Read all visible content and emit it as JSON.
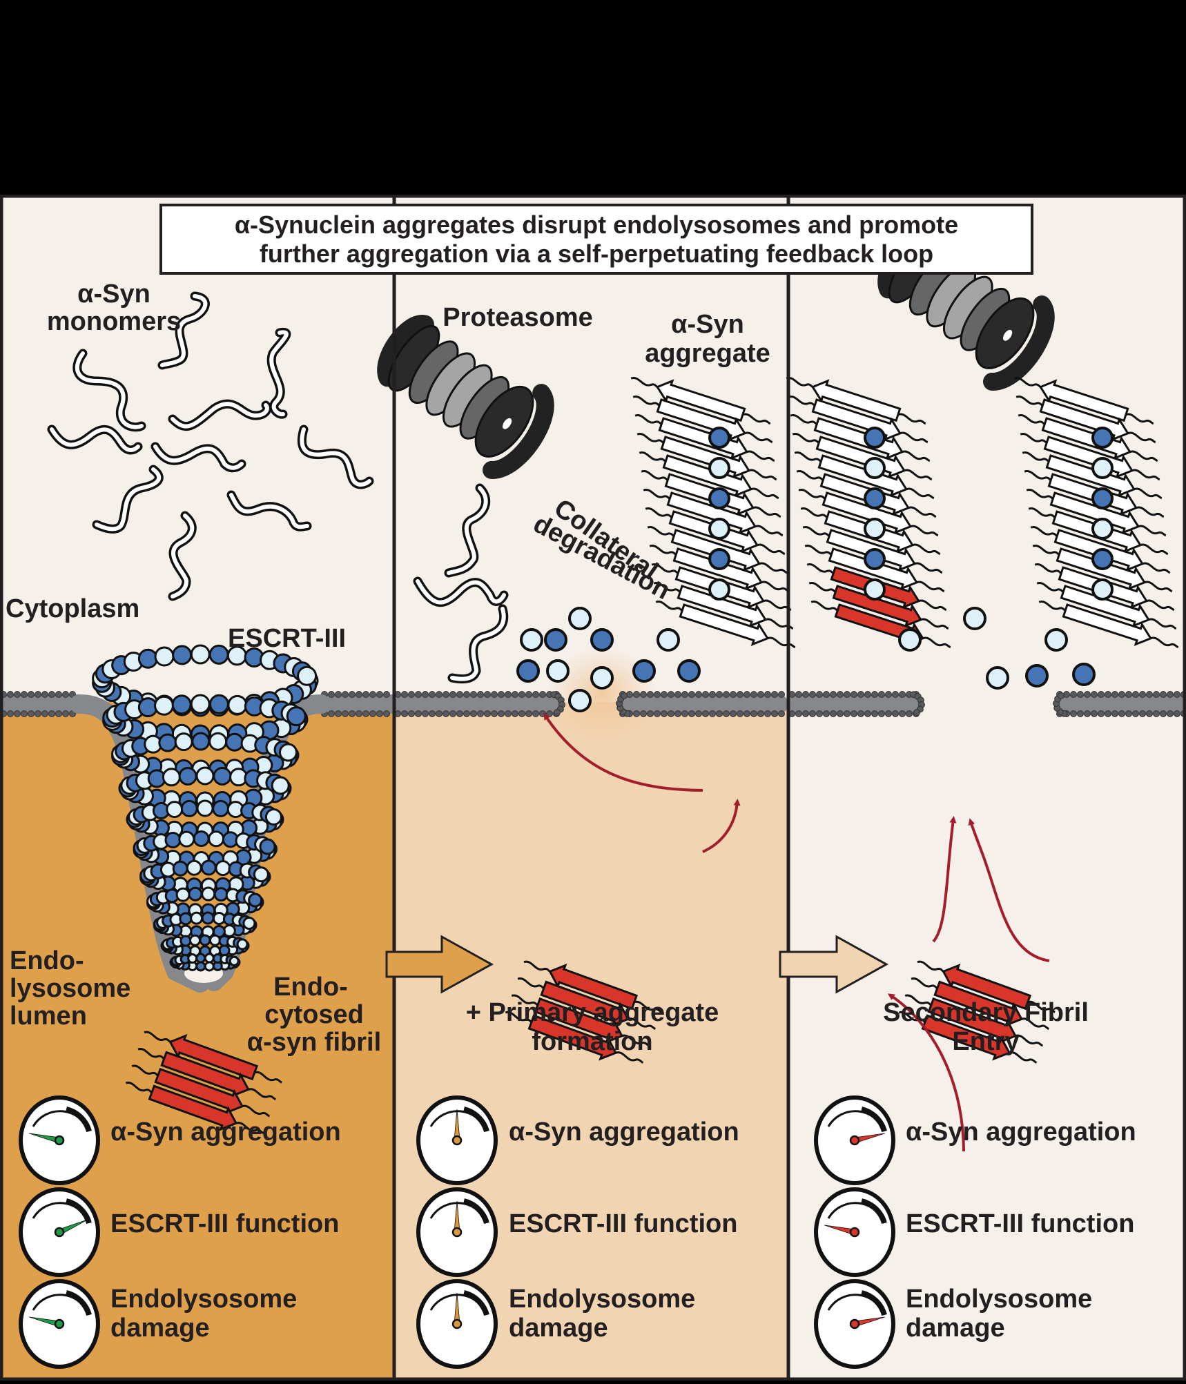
{
  "figure": {
    "title_line1": "α-Synuclein aggregates disrupt endolysosomes and promote",
    "title_line2": "further aggregation via a self-perpetuating feedback loop"
  },
  "colors": {
    "top_band": "#000000",
    "frame_border": "#231f20",
    "cytoplasm": "#f6f0eb",
    "lumen_panel1": "#dfa04b",
    "lumen_panel2": "#f1d4b1",
    "lumen_panel3": "#f6f0eb",
    "membrane": "#87888b",
    "membrane_bead": "#58595b",
    "bead_dark": "#4575b4",
    "bead_light": "#dff1f8",
    "fibril_red": "#d9362b",
    "arrow_red": "#a31d2b",
    "needle_green": "#1f9a48",
    "needle_orange": "#d99a3e",
    "needle_red": "#d9362b"
  },
  "panels": [
    {
      "labels": {
        "monomers_line1": "α-Syn",
        "monomers_line2": "monomers",
        "cytoplasm": "Cytoplasm",
        "escrt": "ESCRT-III",
        "lumen_line1": "Endo-",
        "lumen_line2": "lysosome",
        "lumen_line3": "lumen",
        "fibril_line1": "Endo-",
        "fibril_line2": "cytosed",
        "fibril_line3": "α-syn fibril"
      },
      "gauges": [
        {
          "label": "α-Syn aggregation",
          "level": 0.15,
          "color": "green"
        },
        {
          "label": "ESCRT-III function",
          "level": 0.8,
          "color": "green"
        },
        {
          "label_line1": "Endolysosome",
          "label_line2": "damage",
          "level": 0.15,
          "color": "green"
        }
      ]
    },
    {
      "labels": {
        "proteasome": "Proteasome",
        "aggregate_line1": "α-Syn",
        "aggregate_line2": "aggregate",
        "collateral_line1": "Collateral",
        "collateral_line2": "degradation",
        "stage_line1": "+ Primary aggregate",
        "stage_line2": "formation"
      },
      "gauges": [
        {
          "label": "α-Syn aggregation",
          "level": 0.5,
          "color": "orange"
        },
        {
          "label": "ESCRT-III function",
          "level": 0.5,
          "color": "orange"
        },
        {
          "label_line1": "Endolysosome",
          "label_line2": "damage",
          "level": 0.5,
          "color": "orange"
        }
      ]
    },
    {
      "labels": {
        "stage_line1": "Secondary Fibril",
        "stage_line2": "Entry"
      },
      "gauges": [
        {
          "label": "α-Syn aggregation",
          "level": 0.85,
          "color": "red"
        },
        {
          "label": "ESCRT-III function",
          "level": 0.15,
          "color": "red"
        },
        {
          "label_line1": "Endolysosome",
          "label_line2": "damage",
          "level": 0.85,
          "color": "red"
        }
      ]
    }
  ]
}
